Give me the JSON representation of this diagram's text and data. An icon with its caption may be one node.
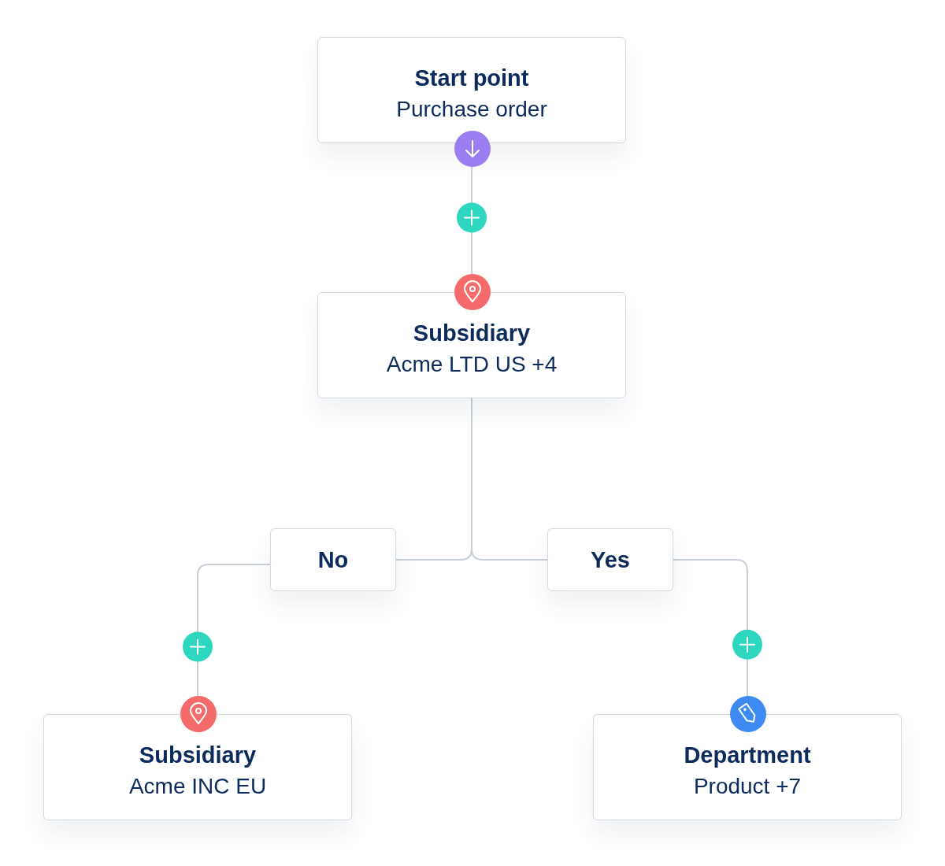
{
  "diagram": {
    "nodes": [
      {
        "text": [
          "Start point",
          "Purchase order"
        ]
      },
      {
        "text": [
          "Subsidiary",
          "Acme LTD US +4"
        ]
      },
      {
        "text": [
          "No"
        ]
      },
      {
        "text": [
          "Yes"
        ]
      },
      {
        "text": [
          "Subsidiary",
          "Acme INC EU"
        ]
      },
      {
        "text": [
          "Department",
          "Product +7"
        ]
      }
    ],
    "edges": [
      {
        "from": 0,
        "to": 1,
        "arrow": "none"
      },
      {
        "from": 1,
        "to": 2,
        "arrow": "none"
      },
      {
        "from": 1,
        "to": 3,
        "arrow": "none"
      },
      {
        "from": 2,
        "to": 4,
        "arrow": "none"
      },
      {
        "from": 3,
        "to": 5,
        "arrow": "none"
      }
    ]
  }
}
